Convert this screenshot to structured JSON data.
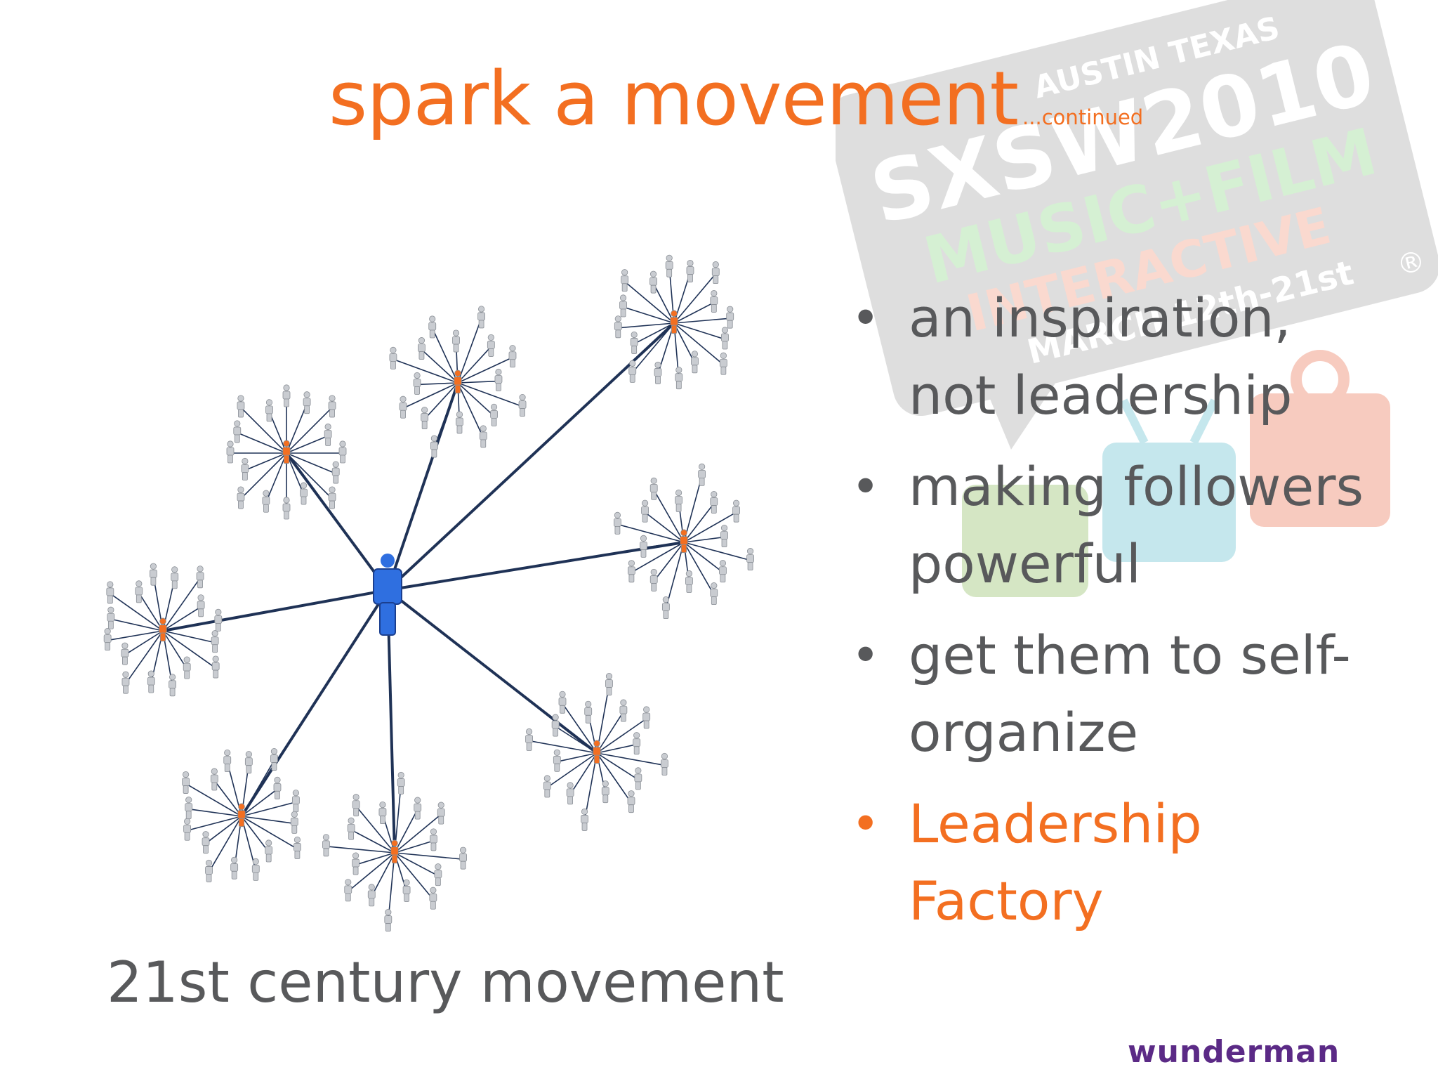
{
  "title": {
    "main": "spark a movement",
    "suffix": "...continued"
  },
  "watermark": {
    "lines": [
      "AUSTIN TEXAS",
      "SXSW2010",
      "MUSIC+FILM",
      "INTERACTIVE",
      "MARCH 12th-21st",
      "®"
    ]
  },
  "diagram": {
    "caption": "21st century movement",
    "colors": {
      "hub": "#2f6fe0",
      "leader": "#f36f21",
      "follower": "#c9ccd1",
      "link": "#1f3256"
    }
  },
  "bullets": [
    {
      "lines": [
        "an inspiration,",
        "not leadership"
      ],
      "accent": false
    },
    {
      "lines": [
        "making followers",
        "powerful"
      ],
      "accent": false
    },
    {
      "lines": [
        "get them to self-",
        "organize"
      ],
      "accent": false
    },
    {
      "lines": [
        "Leadership",
        "Factory"
      ],
      "accent": true
    }
  ],
  "footer": {
    "logo": "wunderman"
  },
  "colors": {
    "accent": "#f36f21",
    "body_text": "#58595b",
    "logo": "#5b2a86"
  }
}
